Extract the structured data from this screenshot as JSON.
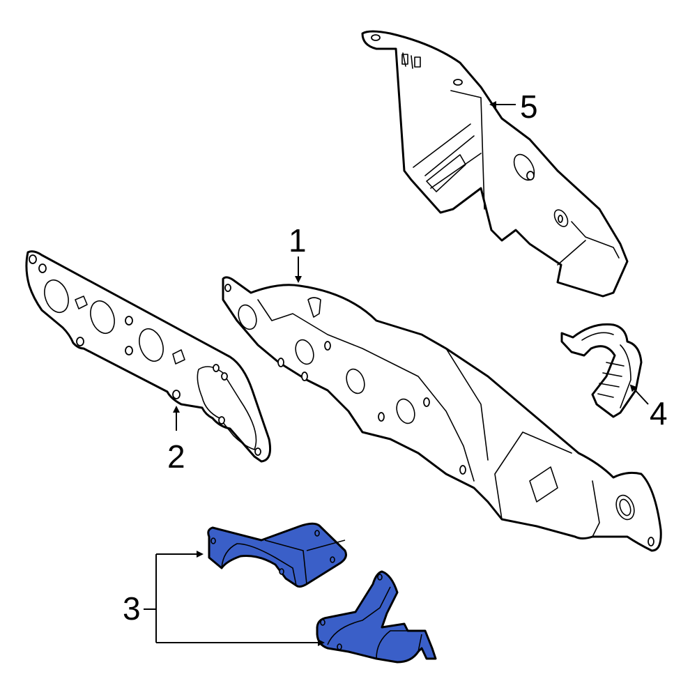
{
  "diagram": {
    "type": "exploded-parts-diagram",
    "highlight_color": "#3a5fc8",
    "callouts": [
      {
        "id": "1",
        "label": "1",
        "part": "exhaust-manifold-with-catalytic-converter"
      },
      {
        "id": "2",
        "label": "2",
        "part": "manifold-gasket"
      },
      {
        "id": "3",
        "label": "3",
        "part": "support-brackets",
        "highlighted": true
      },
      {
        "id": "4",
        "label": "4",
        "part": "small-heat-shield"
      },
      {
        "id": "5",
        "label": "5",
        "part": "upper-heat-shield"
      }
    ]
  }
}
